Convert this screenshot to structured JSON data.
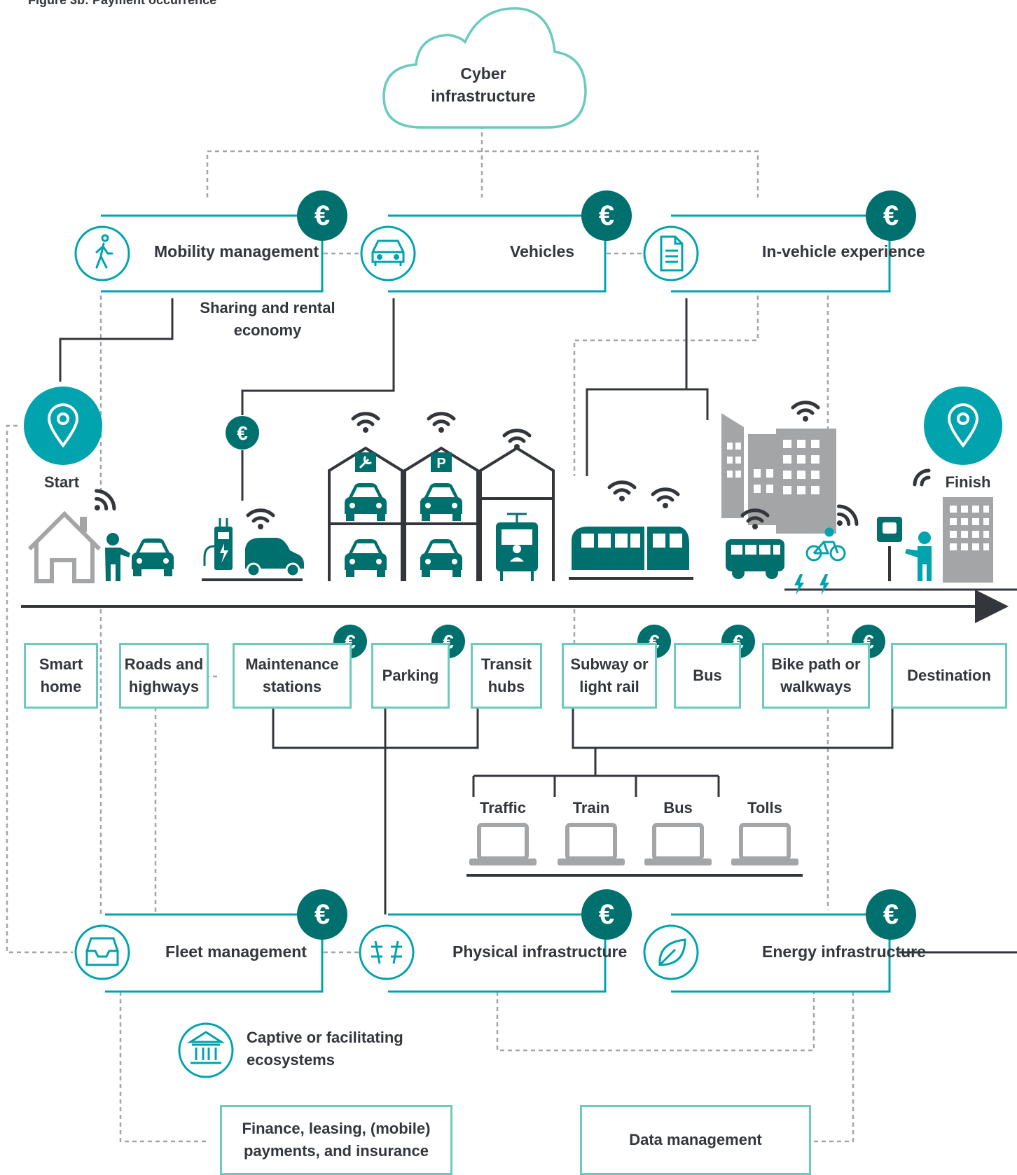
{
  "figure_title": "Figure 3b: Payment occurrence",
  "colors": {
    "teal_dark": "#00706e",
    "teal": "#00a3ae",
    "teal_light": "#6ccbbd",
    "gray": "#a3a5a7",
    "dark": "#33363b",
    "dashed": "#a3a5a7"
  },
  "cloud": {
    "line1": "Cyber",
    "line2": "infrastructure"
  },
  "top_nodes": [
    {
      "label": "Mobility management",
      "icon": "walking-person-icon"
    },
    {
      "label": "Vehicles",
      "icon": "car-front-icon"
    },
    {
      "label": "In-vehicle experience",
      "icon": "document-icon"
    }
  ],
  "sharing_label": {
    "line1": "Sharing and rental",
    "line2": "economy"
  },
  "start_label": "Start",
  "finish_label": "Finish",
  "currency_symbol": "€",
  "categories": [
    {
      "line1": "Smart",
      "line2": "home",
      "paid": false
    },
    {
      "line1": "Roads and",
      "line2": "highways",
      "paid": false
    },
    {
      "line1": "Maintenance",
      "line2": "stations",
      "paid": true
    },
    {
      "line1": "Parking",
      "line2": "",
      "paid": true
    },
    {
      "line1": "Transit",
      "line2": "hubs",
      "paid": false
    },
    {
      "line1": "Subway or",
      "line2": "light rail",
      "paid": true
    },
    {
      "line1": "Bus",
      "line2": "",
      "paid": true
    },
    {
      "line1": "Bike path or",
      "line2": "walkways",
      "paid": true
    },
    {
      "line1": "Destination",
      "line2": "",
      "paid": false
    }
  ],
  "laptops": [
    "Traffic",
    "Train",
    "Bus",
    "Tolls"
  ],
  "bottom_nodes": [
    {
      "label": "Fleet management",
      "icon": "inbox-tray-icon"
    },
    {
      "label": "Physical infrastructure",
      "icon": "road-bridge-icon"
    },
    {
      "label": "Energy infrastructure",
      "icon": "leaf-icon"
    }
  ],
  "captive_label": {
    "line1": "Captive or facilitating",
    "line2": "ecosystems"
  },
  "finance_box": {
    "line1": "Finance, leasing, (mobile)",
    "line2": "payments, and insurance"
  },
  "data_box": "Data management",
  "parking_sign": "P"
}
